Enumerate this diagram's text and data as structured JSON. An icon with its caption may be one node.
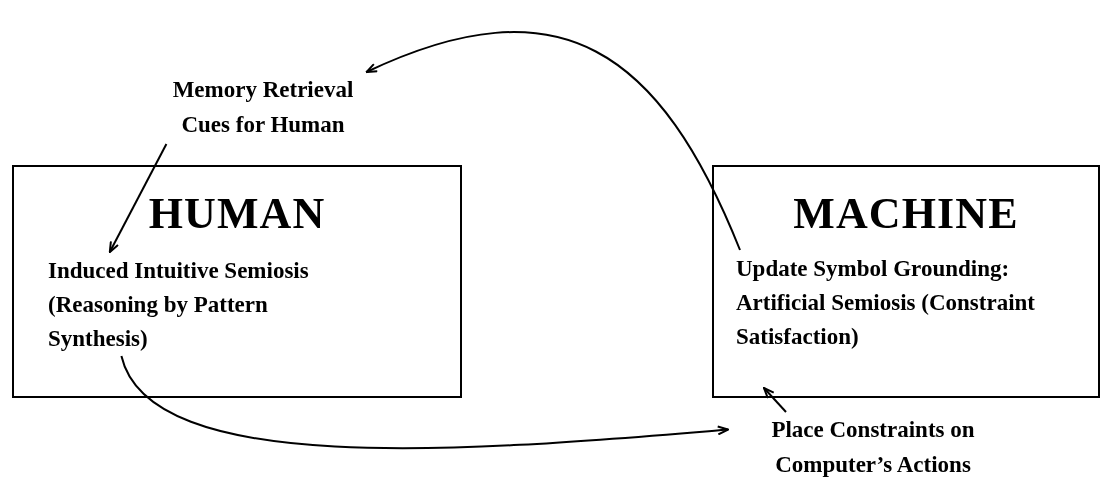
{
  "diagram": {
    "nodes": [
      {
        "text": [
          "HUMAN"
        ]
      },
      {
        "text": [
          "Induced Intuitive Semiosis (Reasoning by Pattern Synthesis)"
        ],
        "in": 0
      },
      {
        "text": [
          "MACHINE"
        ]
      },
      {
        "text": [
          "Update Symbol Grounding: Artificial Semiosis (Constraint Satisfaction)"
        ],
        "in": 2
      },
      {
        "text": [
          "Memory Retrieval Cues for Human"
        ]
      },
      {
        "text": [
          "Place Constraints on Computer’s Actions"
        ]
      }
    ],
    "edges": [
      {
        "from": 3,
        "to": 4,
        "arrow": "to"
      },
      {
        "from": 4,
        "to": 1,
        "arrow": "to"
      },
      {
        "from": 1,
        "to": 5,
        "arrow": "to"
      },
      {
        "from": 5,
        "to": 3,
        "arrow": "to"
      }
    ]
  }
}
